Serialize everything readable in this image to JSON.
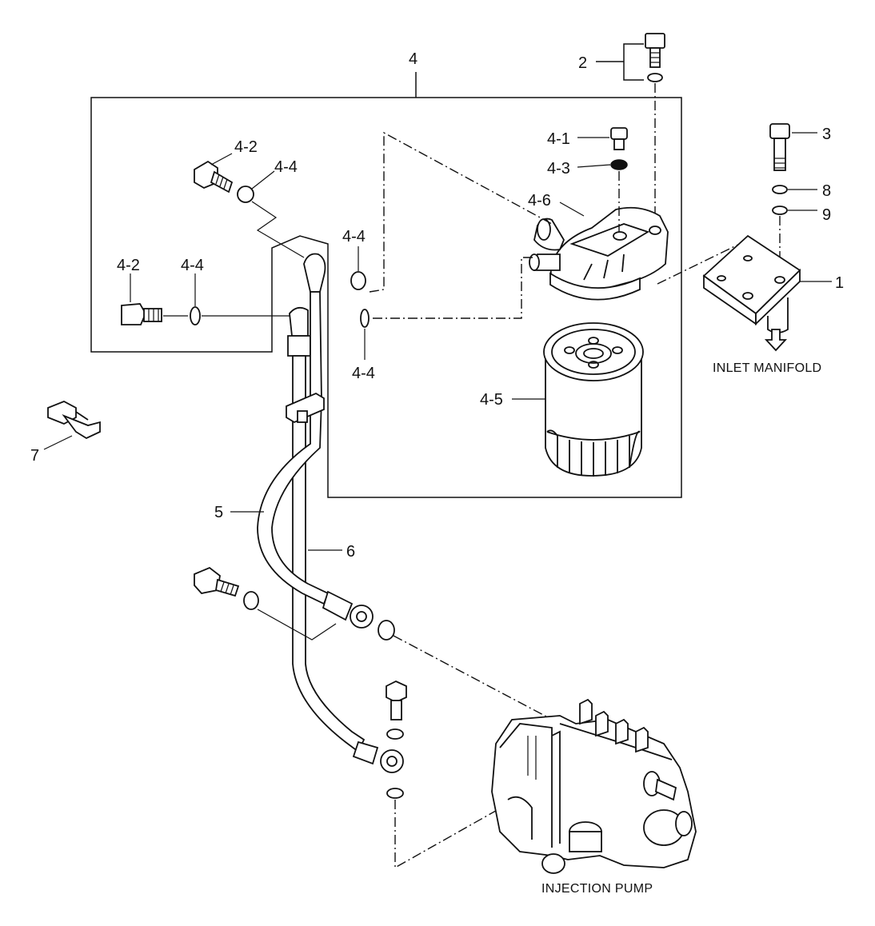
{
  "callouts": {
    "c1": "1",
    "c2": "2",
    "c3": "3",
    "c4": "4",
    "c4_1": "4-1",
    "c4_2_top": "4-2",
    "c4_2_left": "4-2",
    "c4_3": "4-3",
    "c4_4_top": "4-4",
    "c4_4_left": "4-4",
    "c4_4_mid": "4-4",
    "c4_4_bottom": "4-4",
    "c4_5": "4-5",
    "c4_6": "4-6",
    "c5": "5",
    "c6": "6",
    "c7": "7",
    "c8": "8",
    "c9": "9"
  },
  "captions": {
    "inlet_manifold": "INLET MANIFOLD",
    "injection_pump": "INJECTION PUMP"
  }
}
